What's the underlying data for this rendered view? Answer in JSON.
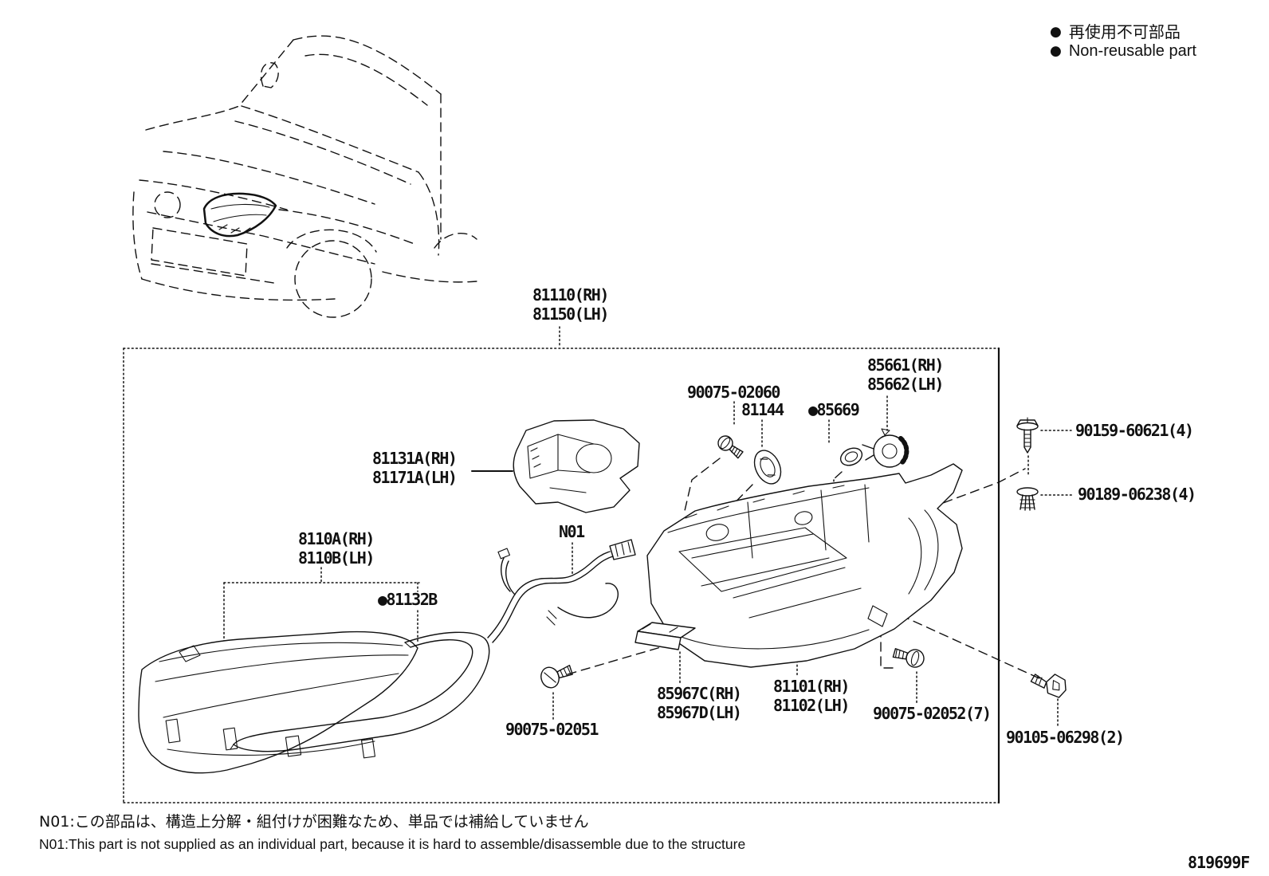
{
  "legend": {
    "bullet": "●",
    "jp": "再使用不可部品",
    "en": "Non-reusable part"
  },
  "parts": {
    "assy": {
      "line1": "81110(RH)",
      "line2": "81150(LH)"
    },
    "leveling_motor": {
      "line1": "85661(RH)",
      "line2": "85662(LH)"
    },
    "screw_90075_02060": {
      "line1": "90075-02060"
    },
    "grommet_81144": {
      "line1": "81144"
    },
    "cap_85669": {
      "line1": "●85669"
    },
    "screw_90159_60621": {
      "line1": "90159-60621(4)"
    },
    "clip_90189_06238": {
      "line1": "90189-06238(4)"
    },
    "bracket": {
      "line1": "81131A(RH)",
      "line2": "81171A(LH)"
    },
    "lens_unit": {
      "line1": "8110A(RH)",
      "line2": "8110B(LH)"
    },
    "harness_ref": {
      "line1": "N01"
    },
    "seal_81132b": {
      "line1": "●81132B"
    },
    "screw_90075_02051": {
      "line1": "90075-02051"
    },
    "ecu": {
      "line1": "85967C(RH)",
      "line2": "85967D(LH)"
    },
    "housing": {
      "line1": "81101(RH)",
      "line2": "81102(LH)"
    },
    "screw_90075_02052": {
      "line1": "90075-02052(7)"
    },
    "bolt_90105_06298": {
      "line1": "90105-06298(2)"
    }
  },
  "notes": {
    "jp": "N01:この部品は、構造上分解・組付けが困難なため、単品では補給していません",
    "en": "N01:This part is not supplied as an individual part, because it is hard to assemble/disassemble due to the structure"
  },
  "doc_code": "819699F"
}
